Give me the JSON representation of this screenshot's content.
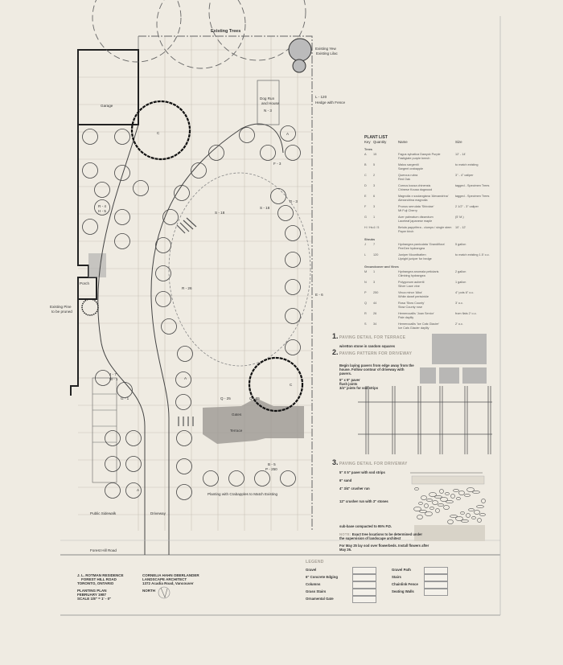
{
  "plan_labels": {
    "existing_trees": "Existing Trees",
    "existing_yew": "Existing Yew",
    "existing_lilac": "Existing Lilac",
    "hedge_key": "L - 120",
    "hedge": "Hedge with Fence",
    "dog_run": "Dog Run",
    "dog_run2": "and House",
    "dog_run_key": "N - 3",
    "garage": "Garage",
    "c_top": "C",
    "a_top": "A",
    "f3": "F - 3",
    "r4": "R - 4",
    "h5": "H - 5",
    "s18a": "S - 18",
    "s18b": "S - 18",
    "d3": "D - 3",
    "r26": "R - 26",
    "e6": "E - 6",
    "porch": "Porch",
    "pine": "Existing Pine",
    "pine2": "to be pruned",
    "j7": "J - 7",
    "m1": "M - 1",
    "g1": "G - 1",
    "a_mid": "A",
    "q25a": "Q - 25",
    "q25b": "Q - 25",
    "gates": "Gates",
    "terrace": "Terrace",
    "c_bottom": "C",
    "b5": "B - 5",
    "p250": "P - 250",
    "a_bottom": "A",
    "crabapples": "Planting with Crabapples to Match Existing",
    "sidewalk": "Public Sidewalk",
    "driveway": "Driveway",
    "road": "Forest Hill Road"
  },
  "plant_list": {
    "title": "PLANT LIST",
    "col_key": "Key",
    "col_qty": "Quantity",
    "col_name": "Name",
    "col_size": "Size",
    "groups": [
      {
        "heading": "Trees",
        "rows": [
          {
            "key": "A",
            "qty": "15",
            "name": "Fagus sylvatica Dawyck Purple",
            "common": "Fastigiate purple beech",
            "size": "12' - 14'"
          },
          {
            "key": "B",
            "qty": "5",
            "name": "Malus sargentii",
            "common": "Sargent crabapple",
            "size": "to match existing"
          },
          {
            "key": "C",
            "qty": "2",
            "name": "Quercus rubra",
            "common": "Red Oak",
            "size": "3\" - 4\" caliper"
          },
          {
            "key": "D",
            "qty": "3",
            "name": "Cornus kousa chinensis",
            "common": "Chinese Kousa dogwood",
            "size": "tagged - Specimen Trees"
          },
          {
            "key": "E",
            "qty": "6",
            "name": "Magnolia x soulangiana 'Alexandrina'",
            "common": "Alexandrina magnolia",
            "size": "tagged - Specimen Trees"
          },
          {
            "key": "F",
            "qty": "3",
            "name": "Prunus serrulata 'Shirotae'",
            "common": "Mt Fuji Cherry",
            "size": "2 1/2\" - 3\" caliper"
          },
          {
            "key": "G",
            "qty": "1",
            "name": "Acer palmatum dissectum",
            "common": "Laceleaf japanese maple",
            "size": "(5' M.)"
          },
          {
            "key": "H / Hs",
            "qty": "4 / 5",
            "name": "Betula papyrifera - clumps / single stem",
            "common": "Paper birch",
            "size": "10' - 12'"
          }
        ]
      },
      {
        "heading": "Shrubs",
        "rows": [
          {
            "key": "J",
            "qty": "7",
            "name": "Hydrangea paniculata 'Grandiflora'",
            "common": "PeeGee hydrangea",
            "size": "5 gallon"
          },
          {
            "key": "L",
            "qty": "120",
            "name": "Juniper Mountbatten",
            "common": "Upright juniper for hedge",
            "size": "to match existing 1.5' o.c."
          }
        ]
      },
      {
        "heading": "Groundcover and Vines",
        "rows": [
          {
            "key": "M",
            "qty": "1",
            "name": "Hydrangea anomala petiolaris",
            "common": "Climbing hydrangea",
            "size": "2 gallon"
          },
          {
            "key": "N",
            "qty": "3",
            "name": "Polygonum aubertii",
            "common": "Silver Lace vine",
            "size": "1 gallon"
          },
          {
            "key": "P",
            "qty": "250",
            "name": "Vinca minor 'Alba'",
            "common": "White dwarf periwinkle",
            "size": "4\" pots 6\" o.c."
          },
          {
            "key": "Q",
            "qty": "44",
            "name": "Rosa 'Stow County'",
            "common": "Stow County rose",
            "size": "3' o.c."
          },
          {
            "key": "R",
            "qty": "26",
            "name": "Hemerocallis 'Joan Senior'",
            "common": "Pale daylily",
            "size": "from flats 2' o.c."
          },
          {
            "key": "S",
            "qty": "34",
            "name": "Hemerocallis 'Ice Cals Glacier'",
            "common": "Ice Cals Glacier daylily",
            "size": "2' o.c."
          }
        ]
      }
    ]
  },
  "details": {
    "d1_num": "1.",
    "d1_title": "PAVING DETAIL FOR TERRACE",
    "d1_note": "wiretton stone in random squares",
    "d2_num": "2.",
    "d2_title": "PAVING PATTERN FOR DRIVEWAY",
    "d2_note": "Begin laying pavers from edge away from the house.  Follow contour of driveway with pavers.",
    "d2_l1": "5\" x 5\" paver",
    "d2_l2": "flush joints",
    "d2_l3": "3/4\" joints for sod strips",
    "d3_num": "3.",
    "d3_title": "PAVING DETAIL FOR DRIVEWAY",
    "d3_l1": "5\" X 5\" paver with sod strips",
    "d3_l2": "6\" sand",
    "d3_l3": "4\" 3/4\" crusher run",
    "d3_l4": "12\" crusher run with 3\" stones",
    "d3_l5": "sub-base compacted to 95% P.D.",
    "note_label": "NOTE:",
    "note": "Exact tree locations to be determined under the supervision of landscape architect",
    "note2": "For May 25 lay sod over flowerbeds.  Install flowers after May 26."
  },
  "title_block": {
    "l1": "J. L. ROTMAN RESIDENCE",
    "l2": "FOREST HILL ROAD",
    "l3": "TORONTO, ONTARIO",
    "l4": "PLANTING PLAN",
    "l5": "FEBRUARY 1987",
    "l6": "SCALE 1/8\" = 1' - 0\"",
    "a1": "CORNELIA HAHN OBERLANDER",
    "a2": "LANDSCAPE ARCHITECT",
    "a3": "1372 Acadia Road, Vancouver",
    "north": "NORTH"
  },
  "legend": {
    "title": "LEGEND",
    "items": [
      "Gravel",
      "6\" Concrete Edging",
      "Columns",
      "Grass Stairs",
      "Ornamental Gate",
      "Gravel Path",
      "Stairs",
      "Chainlink Fence",
      "Seating Walls"
    ]
  }
}
